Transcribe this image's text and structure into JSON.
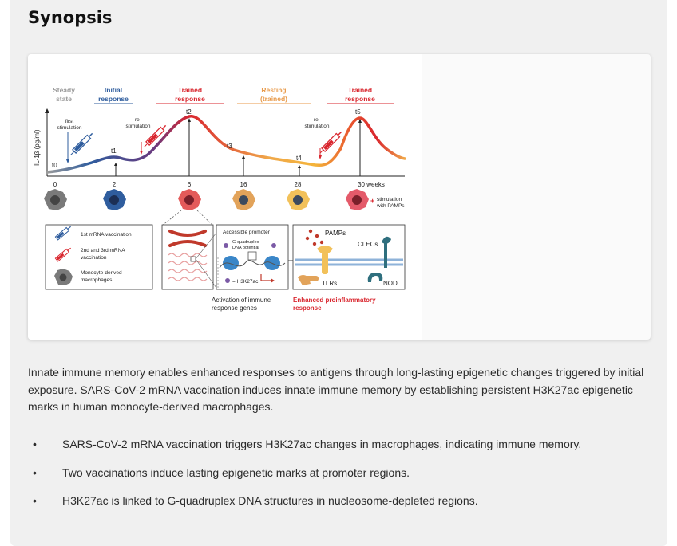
{
  "section": {
    "title": "Synopsis"
  },
  "figure": {
    "phases": [
      {
        "label_line1": "Steady",
        "label_line2": "state",
        "color": "#9a9a9a"
      },
      {
        "label_line1": "Initial",
        "label_line2": "response",
        "color": "#2f5d9e"
      },
      {
        "label_line1": "Trained",
        "label_line2": "response",
        "color": "#d9262e"
      },
      {
        "label_line1": "Resting",
        "label_line2": "(trained)",
        "color": "#e89a4a"
      },
      {
        "label_line1": "Trained",
        "label_line2": "response",
        "color": "#d9262e"
      }
    ],
    "y_axis_label": "IL-1β (pg/ml)",
    "time_points": [
      "t0",
      "t1",
      "t2",
      "t3",
      "t4",
      "t5"
    ],
    "x_ticks": [
      "0",
      "2",
      "6",
      "16",
      "28",
      "30 weeks"
    ],
    "annotations": {
      "first_stim_1": "first",
      "first_stim_2": "stimulation",
      "restim_a1": "re-",
      "restim_a2": "stimulation",
      "restim_b1": "re-",
      "restim_b2": "stimulation",
      "pamps_stim_1": "stimulation",
      "pamps_stim_2": "with PAMPs"
    },
    "legend": {
      "item1": "1st mRNA vaccination",
      "item2_line1": "2nd and 3rd mRNA",
      "item2_line2": "vaccination",
      "item3_line1": "Monocyte-derived",
      "item3_line2": "macrophages"
    },
    "promoter": {
      "title": "Accessible promoter",
      "g4_line1": "G-quadruplex",
      "g4_line2": "DNA potential",
      "mark": "= H3K27ac"
    },
    "activation_line1": "Activation of immune",
    "activation_line2": "response genes",
    "receptors": {
      "pamps": "PAMPs",
      "clecs": "CLECs",
      "tlrs": "TLRs",
      "nod": "NOD"
    },
    "enhanced_line1": "Enhanced proinflammatory",
    "enhanced_line2": "response"
  },
  "summary": "Innate immune memory enables enhanced responses to antigens through long-lasting epigenetic changes triggered by initial exposure. SARS-CoV-2 mRNA vaccination induces innate immune memory by establishing persistent H3K27ac epigenetic marks in human monocyte-derived macrophages.",
  "bullets": [
    "SARS-CoV-2 mRNA vaccination triggers H3K27ac changes in macrophages, indicating immune memory.",
    "Two vaccinations induce lasting epigenetic marks at promoter regions.",
    "H3K27ac is linked to G-quadruplex DNA structures in nucleosome-depleted regions."
  ],
  "bullet_glyph": "•"
}
